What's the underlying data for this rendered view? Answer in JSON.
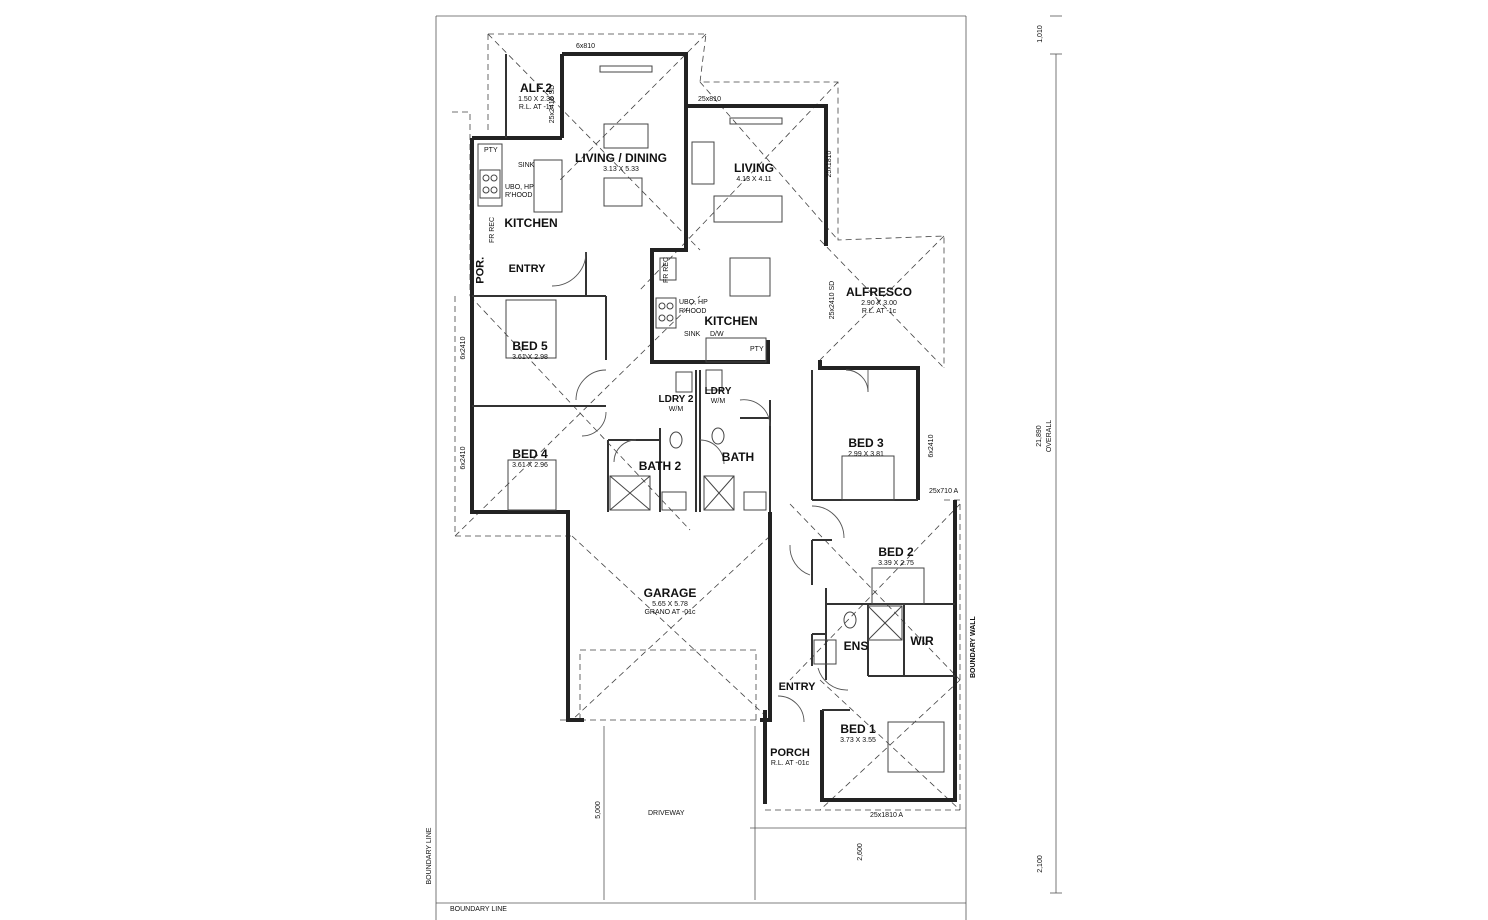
{
  "plan": {
    "rooms": [
      {
        "id": "alf2",
        "name": "ALF.2",
        "dims": "1.50 X 2.30",
        "note": "R.L. AT -1c"
      },
      {
        "id": "living_dining",
        "name": "LIVING / DINING",
        "dims": "3.13 X 5.33",
        "note": ""
      },
      {
        "id": "living",
        "name": "LIVING",
        "dims": "4.13 X 4.11",
        "note": ""
      },
      {
        "id": "kitchen1",
        "name": "KITCHEN",
        "dims": "",
        "note": ""
      },
      {
        "id": "kitchen2",
        "name": "KITCHEN",
        "dims": "",
        "note": ""
      },
      {
        "id": "alfresco",
        "name": "ALFRESCO",
        "dims": "2.90 X 3.00",
        "note": "R.L. AT -1c"
      },
      {
        "id": "entry1",
        "name": "ENTRY",
        "dims": "",
        "note": ""
      },
      {
        "id": "por",
        "name": "POR.",
        "dims": "",
        "note": ""
      },
      {
        "id": "bed5",
        "name": "BED 5",
        "dims": "3.61 X 2.98",
        "note": ""
      },
      {
        "id": "bed4",
        "name": "BED 4",
        "dims": "3.61 X 2.96",
        "note": ""
      },
      {
        "id": "bed3",
        "name": "BED 3",
        "dims": "2.99 X 3.81",
        "note": ""
      },
      {
        "id": "bed2",
        "name": "BED 2",
        "dims": "3.39 X 2.75",
        "note": ""
      },
      {
        "id": "bed1",
        "name": "BED 1",
        "dims": "3.73 X 3.55",
        "note": ""
      },
      {
        "id": "ldry2",
        "name": "LDRY 2",
        "dims": "W/M",
        "note": ""
      },
      {
        "id": "ldry",
        "name": "LDRY",
        "dims": "W/M",
        "note": ""
      },
      {
        "id": "bath2",
        "name": "BATH 2",
        "dims": "",
        "note": ""
      },
      {
        "id": "bath",
        "name": "BATH",
        "dims": "",
        "note": ""
      },
      {
        "id": "garage",
        "name": "GARAGE",
        "dims": "5.65 X 5.78",
        "note": "GRANO AT -01c"
      },
      {
        "id": "ens",
        "name": "ENS",
        "dims": "",
        "note": ""
      },
      {
        "id": "wir",
        "name": "WIR",
        "dims": "",
        "note": ""
      },
      {
        "id": "entry2",
        "name": "ENTRY",
        "dims": "",
        "note": ""
      },
      {
        "id": "porch",
        "name": "PORCH",
        "dims": "R.L. AT -01c",
        "note": ""
      }
    ],
    "fixtures": {
      "pty1": "PTY",
      "sink1": "SINK",
      "ubo1a": "UBO, HP",
      "ubo1b": "R'HOOD",
      "frrec1": "FR REC",
      "frrec2": "FR REC",
      "ubo2a": "UBO, HP",
      "ubo2b": "R'HOOD",
      "sink2": "SINK",
      "dw": "D/W",
      "pty2": "PTY"
    },
    "windows": {
      "w_top": "6x810",
      "w_alf2": "25x2410 SD",
      "w_liv_top": "25x810",
      "w_liv_side": "25x1810",
      "w_alf_sd": "25x2410 SD",
      "w_bed5": "6x2410",
      "w_bed4": "6x2410",
      "w_bed3": "6x2410",
      "w_bed2": "25x710 A",
      "w_bed1": "25x1810 A"
    },
    "dimensions": {
      "top": "1,010",
      "overall_value": "21,890",
      "overall_label": "OVERALL",
      "bottom": "2,100",
      "setback": "5,000",
      "side_setback": "2,600"
    },
    "site": {
      "driveway": "DRIVEWAY",
      "boundary_left": "BOUNDARY LINE",
      "boundary_bottom": "BOUNDARY LINE",
      "boundary_wall": "BOUNDARY WALL"
    }
  }
}
